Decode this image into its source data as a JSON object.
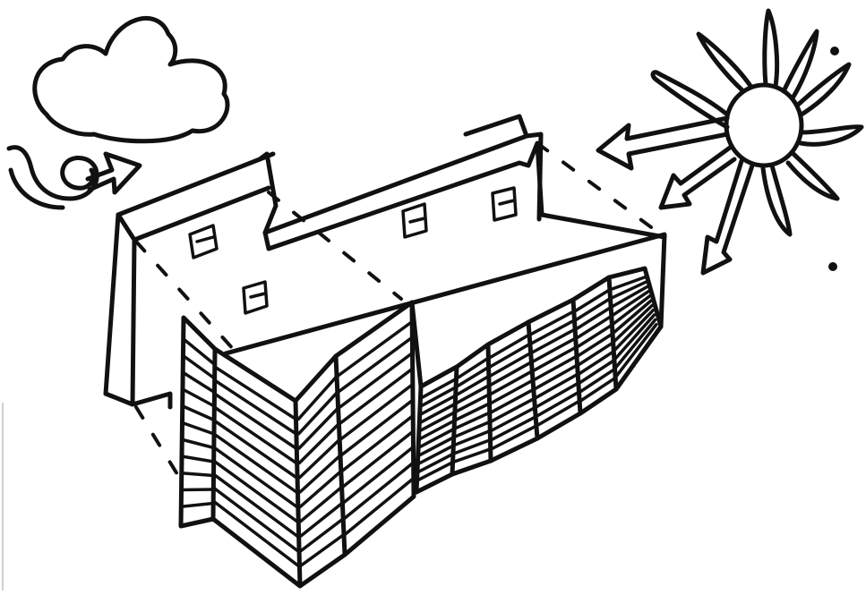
{
  "colors": {
    "ink": "#111111",
    "paper": "#ffffff"
  },
  "elements": [
    {
      "name": "cloud",
      "icon": "cloud-icon"
    },
    {
      "name": "wind",
      "icon": "wind-swirl-arrow-icon"
    },
    {
      "name": "sun",
      "icon": "sun-icon"
    },
    {
      "name": "sun-ray-arrows",
      "icon": "arrow-icon",
      "count": 3
    },
    {
      "name": "building-block",
      "icon": "building-icon"
    },
    {
      "name": "folded-louvre-facade",
      "icon": "louvre-screen-icon"
    }
  ]
}
